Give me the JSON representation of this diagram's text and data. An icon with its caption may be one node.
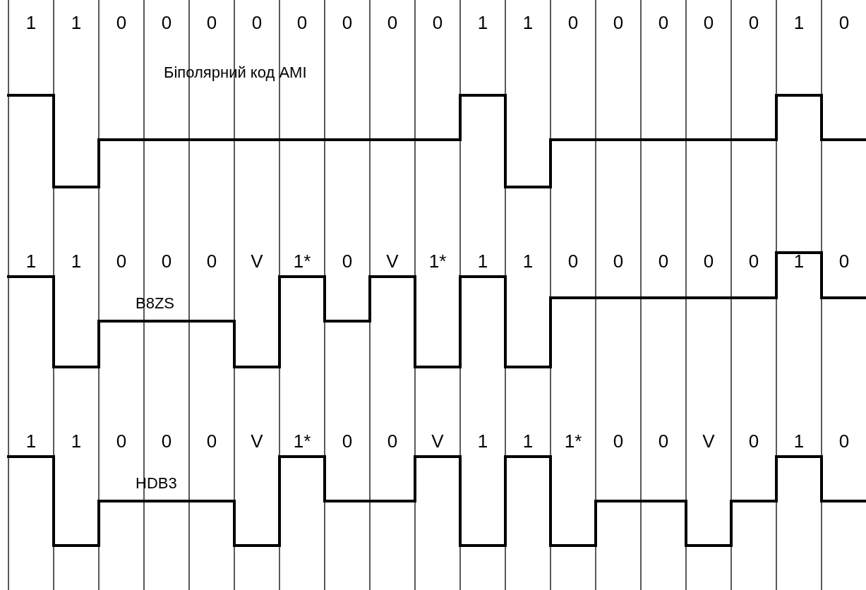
{
  "diagram": {
    "labels": [
      "1",
      "1",
      "0",
      "0",
      "0",
      "0",
      "0",
      "0",
      "0",
      "0",
      "1",
      "1",
      "0",
      "0",
      "0",
      "0",
      "0",
      "1",
      "0",
      "Біполярний код АМІ",
      "1",
      "1",
      "0",
      "0",
      "0",
      "V",
      "1*",
      "0",
      "V",
      "1*",
      "1",
      "1",
      "0",
      "0",
      "0",
      "0",
      "0",
      "1",
      "0",
      "B8ZS",
      "1",
      "1",
      "0",
      "0",
      "0",
      "V",
      "1*",
      "0",
      "0",
      "V",
      "1",
      "1",
      "1*",
      "0",
      "0",
      "V",
      "0",
      "1",
      "0",
      "HDB3"
    ]
  }
}
